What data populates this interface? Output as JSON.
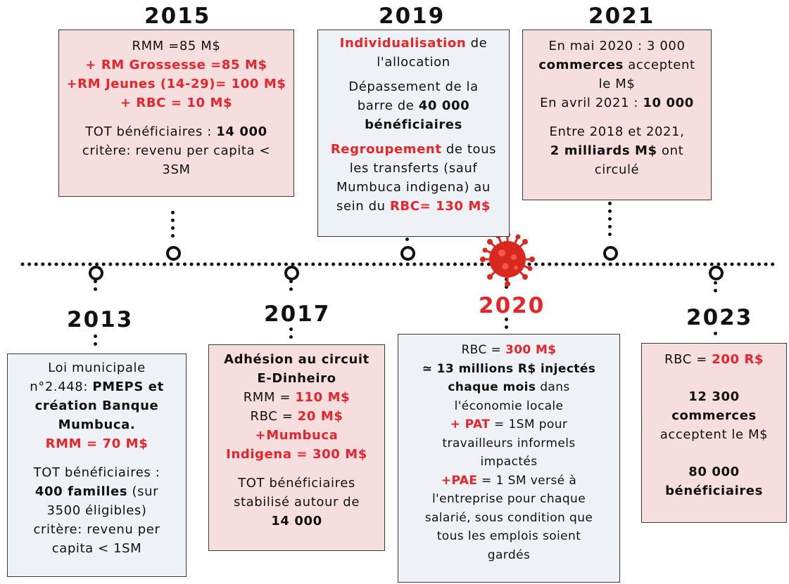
{
  "years": {
    "y2015": "2015",
    "y2019": "2019",
    "y2021": "2021",
    "y2013": "2013",
    "y2017": "2017",
    "y2020": "2020",
    "y2023": "2023"
  },
  "box2015": {
    "l1": "RMM =85 M$",
    "l2": "+ RM Grossesse =85 M$",
    "l3": "+RM Jeunes (14-29)= 100 M$",
    "l4": "+ RBC = 10 M$",
    "l5a": "TOT bénéficiaires : ",
    "l5b": "14 000",
    "l6": "critère: revenu per capita <",
    "l7": "3SM"
  },
  "box2019": {
    "l1a": "Individualisation",
    "l1b": " de",
    "l2": "l'allocation",
    "l3": "Dépassement de la",
    "l4a": "barre de ",
    "l4b": "40 000",
    "l5": "bénéficiaires",
    "l6a": "Regroupement",
    "l6b": " de tous",
    "l7": "les transferts (sauf",
    "l8": "Mumbuca indigena) au",
    "l9a": "sein du ",
    "l9b": "RBC= 130 M$"
  },
  "box2021": {
    "l1": "En mai 2020 : 3 000",
    "l2a": "commerces",
    "l2b": " acceptent",
    "l3": "le M$",
    "l4a": "En avril 2021 : ",
    "l4b": "10 000",
    "l5": "Entre 2018 et 2021,",
    "l6a": "2 milliards M$",
    "l6b": " ont",
    "l7": "circulé"
  },
  "box2013": {
    "l1": "Loi municipale",
    "l2a": "n°2.448: ",
    "l2b": "PMEPS et",
    "l3": "création Banque",
    "l4": "Mumbuca.",
    "l5": "RMM = 70 M$",
    "l6": "TOT bénéficiaires :",
    "l7a": "400 familles",
    "l7b": " (sur",
    "l8": "3500 éligibles)",
    "l9": "critère: revenu per",
    "l10": "capita < 1SM"
  },
  "box2017": {
    "l1": "Adhésion au circuit",
    "l2": "E-Dinheiro",
    "l3a": "RMM = ",
    "l3b": "110 M$",
    "l4a": "RBC = ",
    "l4b": "20 M$",
    "l5": "+Mumbuca",
    "l6": "Indigena = 300 M$",
    "l7": "TOT bénéficiaires",
    "l8": "stabilisé autour de",
    "l9": "14 000"
  },
  "box2020": {
    "l1a": "RBC = ",
    "l1b": "300 M$",
    "l2": "≃ 13 millions R$ injectés",
    "l3a": "chaque mois",
    "l3b": " dans",
    "l4": "l'économie locale",
    "l5a": "+ PAT",
    "l5b": " = 1SM pour",
    "l6": "travailleurs informels",
    "l7": "impactés",
    "l8a": "+PAE",
    "l8b": " = 1 SM versé à",
    "l9": "l'entreprise pour chaque",
    "l10": "salarié, sous condition que",
    "l11": "tous les emplois soient",
    "l12": "gardés"
  },
  "box2023": {
    "l1a": "RBC = ",
    "l1b": "200 R$",
    "l2": "12 300",
    "l3": "commerces",
    "l4": "acceptent le M$",
    "l5": "80 000",
    "l6": "bénéficiaires"
  },
  "colors": {
    "accent_red": "#e8242a",
    "box_pink": "#f6dede",
    "box_grey": "#eef1f5",
    "virus_red": "#d9281f"
  }
}
